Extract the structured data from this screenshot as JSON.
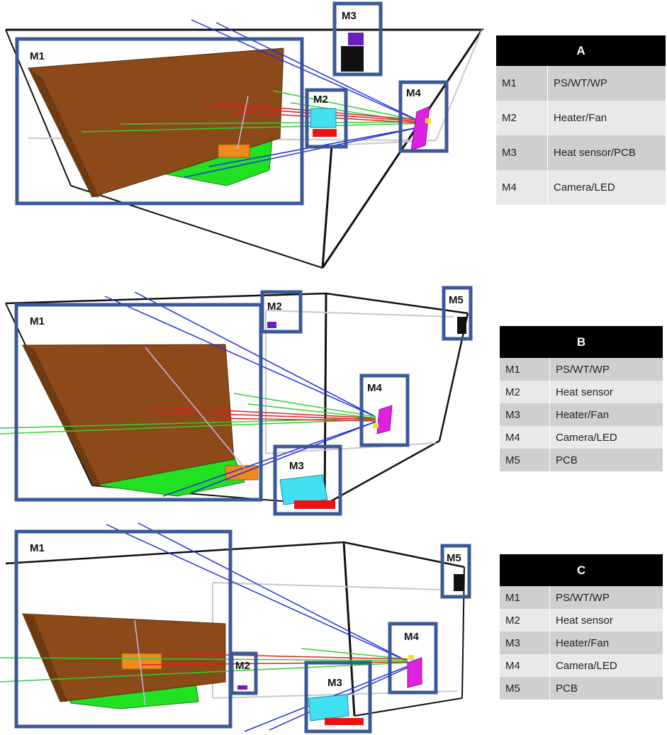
{
  "panels": [
    {
      "letter": "A",
      "boxes": [
        "M1",
        "M2",
        "M3",
        "M4"
      ],
      "rows": [
        {
          "code": "M1",
          "desc": "PS/WT/WP"
        },
        {
          "code": "M2",
          "desc": "Heater/Fan"
        },
        {
          "code": "M3",
          "desc": "Heat sensor/PCB"
        },
        {
          "code": "M4",
          "desc": "Camera/LED"
        }
      ]
    },
    {
      "letter": "B",
      "boxes": [
        "M1",
        "M2",
        "M3",
        "M4",
        "M5"
      ],
      "rows": [
        {
          "code": "M1",
          "desc": "PS/WT/WP"
        },
        {
          "code": "M2",
          "desc": "Heat sensor"
        },
        {
          "code": "M3",
          "desc": "Heater/Fan"
        },
        {
          "code": "M4",
          "desc": "Camera/LED"
        },
        {
          "code": "M5",
          "desc": "PCB"
        }
      ]
    },
    {
      "letter": "C",
      "boxes": [
        "M1",
        "M2",
        "M3",
        "M4",
        "M5"
      ],
      "rows": [
        {
          "code": "M1",
          "desc": "PS/WT/WP"
        },
        {
          "code": "M2",
          "desc": "Heat sensor"
        },
        {
          "code": "M3",
          "desc": "Heater/Fan"
        },
        {
          "code": "M4",
          "desc": "Camera/LED"
        },
        {
          "code": "M5",
          "desc": "PCB"
        }
      ]
    }
  ],
  "colors": {
    "module_box": "#3b5998",
    "plant_panel": "#8b4a17",
    "base": "#22e022",
    "camera": "#e020e0",
    "heater": "#40e0f0",
    "fan": "#ee1111",
    "sensor": "#6a1fc0",
    "pcb": "#111111",
    "orange_part": "#f08a1e",
    "ray_blue": "#2030e0",
    "ray_green": "#30d030",
    "ray_red": "#e02020"
  }
}
